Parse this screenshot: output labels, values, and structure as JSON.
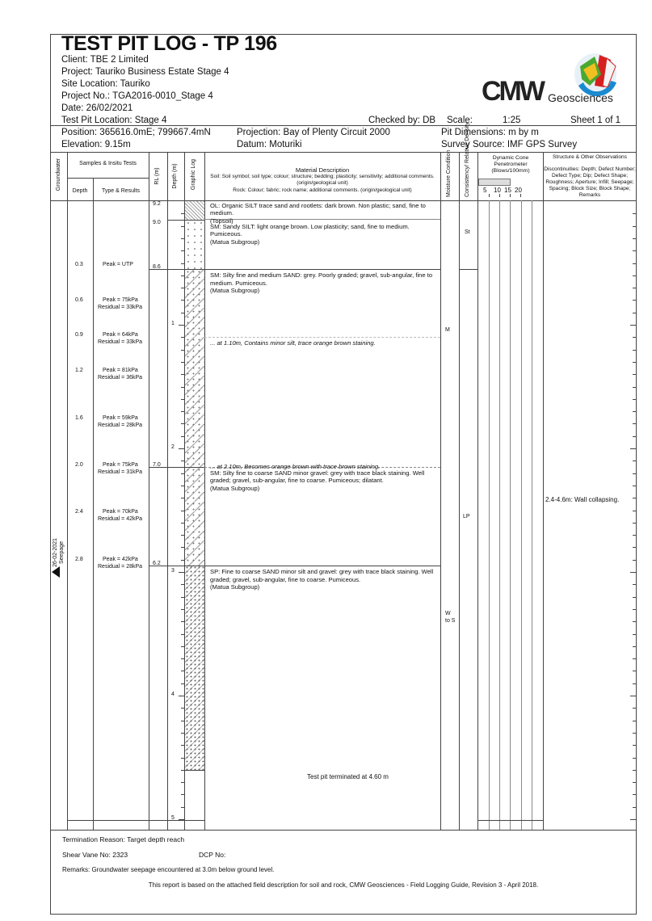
{
  "header": {
    "title": "TEST PIT LOG - TP 196",
    "client": "Client: TBE 2 Limited",
    "project": "Project: Tauriko Business Estate Stage 4",
    "site_location": "Site Location: Tauriko",
    "project_no": "Project No.: TGA2016-0010_Stage 4",
    "date": "Date: 26/02/2021",
    "test_pit_location": "Test Pit Location: Stage 4",
    "checked_by": "Checked by: DB",
    "scale_label": "Scale:",
    "scale": "1:25",
    "sheet": "Sheet 1 of 1",
    "logo": {
      "brand": "CMW",
      "sub": "Geosciences"
    }
  },
  "position": {
    "position": "Position:  365616.0mE;  799667.4mN",
    "elevation": "Elevation: 9.15m",
    "projection": "Projection:  Bay of Plenty Circuit 2000",
    "datum": "Datum:  Moturiki",
    "pit_dimensions": "Pit Dimensions: m by m",
    "survey_source": "Survey Source:  IMF GPS Survey"
  },
  "columns": {
    "groundwater": "Groundwater",
    "samples": "Samples & Insitu Tests",
    "depth": "Depth",
    "type_results": "Type & Results",
    "rl": "RL (m)",
    "depth_m": "Depth (m)",
    "graphic_log": "Graphic Log",
    "material_title": "Material Description",
    "material_soil": "Soil: Soil symbol; soil type; colour; structure; bedding; plasticity; sensitivity; additional comments. (origin/geological unit)",
    "material_rock": "Rock: Colour; fabric; rock name; additional comments. (origin/geological unit)",
    "moisture": "Moisture Condition",
    "consistency": "Consistency/ Relative Density",
    "dcp_title": "Dynamic Cone Penetrometer (Blows/100mm)",
    "dcp_ticks": [
      "5",
      "10",
      "15",
      "20"
    ],
    "structure_title": "Structure & Other Observations",
    "structure_sub": "Discontinuities: Depth; Defect Number; Defect Type; Dip; Defect Shape; Roughness; Aperture; Infill; Seepage; Spacing; Block Size; Block Shape; Remarks"
  },
  "depth_scale": [
    "1",
    "2",
    "3",
    "4",
    "5"
  ],
  "rl_values": [
    {
      "label": "9.2",
      "depth": 0.0
    },
    {
      "label": "9.0",
      "depth": 0.15
    },
    {
      "label": "8.6",
      "depth": 0.55
    },
    {
      "label": "7.0",
      "depth": 2.15
    },
    {
      "label": "6.2",
      "depth": 2.95
    }
  ],
  "layers": [
    {
      "depth": 0.0,
      "lines": [
        "OL: Organic SILT trace sand and rootlets: dark brown. Non plastic; sand, fine to medium.",
        "(Topsoil)"
      ]
    },
    {
      "depth": 0.15,
      "lines": [
        "SM: Sandy SILT: light orange brown. Low plasticity; sand, fine to medium. Pumiceous.",
        "(Matua Subgroup)"
      ]
    },
    {
      "depth": 0.55,
      "lines": [
        "SM: Silty fine and medium SAND: grey. Poorly graded; gravel, sub-angular, fine to medium. Pumiceous.",
        "(Matua Subgroup)"
      ]
    },
    {
      "depth": 2.15,
      "lines": [
        "SM: Silty fine to coarse SAND minor gravel: grey with trace black staining. Well graded; gravel, sub-angular, fine to coarse. Pumiceous; dilatant.",
        "(Matua Subgroup)"
      ]
    },
    {
      "depth": 2.95,
      "lines": [
        "SP: Fine to coarse SAND minor silt and gravel: grey with trace black staining. Well graded; gravel, sub-angular, fine to coarse. Pumiceous.",
        "(Matua Subgroup)"
      ]
    }
  ],
  "notes": [
    {
      "depth": 1.1,
      "text": "...  at 1.10m, Contains minor silt, trace orange brown staining."
    },
    {
      "depth": 2.1,
      "text": "...  at 2.10m, Becomes orange brown with trace brown staining."
    }
  ],
  "termination": "Test pit terminated at 4.60 m",
  "samples": [
    {
      "depth": "0.3",
      "results": [
        "Peak = UTP"
      ]
    },
    {
      "depth": "0.6",
      "results": [
        "Peak = 75kPa",
        "Residual = 33kPa"
      ]
    },
    {
      "depth": "0.9",
      "results": [
        "Peak = 64kPa",
        "Residual = 33kPa"
      ]
    },
    {
      "depth": "1.2",
      "results": [
        "Peak = 81kPa",
        "Residual = 36kPa"
      ]
    },
    {
      "depth": "1.6",
      "results": [
        "Peak = 59kPa",
        "Residual = 28kPa"
      ]
    },
    {
      "depth": "2.0",
      "results": [
        "Peak = 75kPa",
        "Residual = 31kPa"
      ]
    },
    {
      "depth": "2.4",
      "results": [
        "Peak = 70kPa",
        "Residual = 42kPa"
      ]
    },
    {
      "depth": "2.8",
      "results": [
        "Peak = 42kPa",
        "Residual = 28kPa"
      ]
    }
  ],
  "groundwater": {
    "date": "26-02-2021",
    "label": "Seepage"
  },
  "moisture": [
    "M",
    "W to S"
  ],
  "consistency": [
    "St",
    "LP"
  ],
  "observations": [
    "2.4-4.6m: Wall collapsing."
  ],
  "footer": {
    "termination": "Termination Reason:  Target depth reach",
    "shear_vane": "Shear Vane No:   2323",
    "dcp_no": "DCP No:",
    "remarks": "Remarks:  Groundwater seepage encountered at 3.0m below ground level.",
    "disclaimer": "This report is based on the attached field description for soil and rock, CMW Geosciences - Field Logging Guide, Revision 3 - April 2018."
  }
}
